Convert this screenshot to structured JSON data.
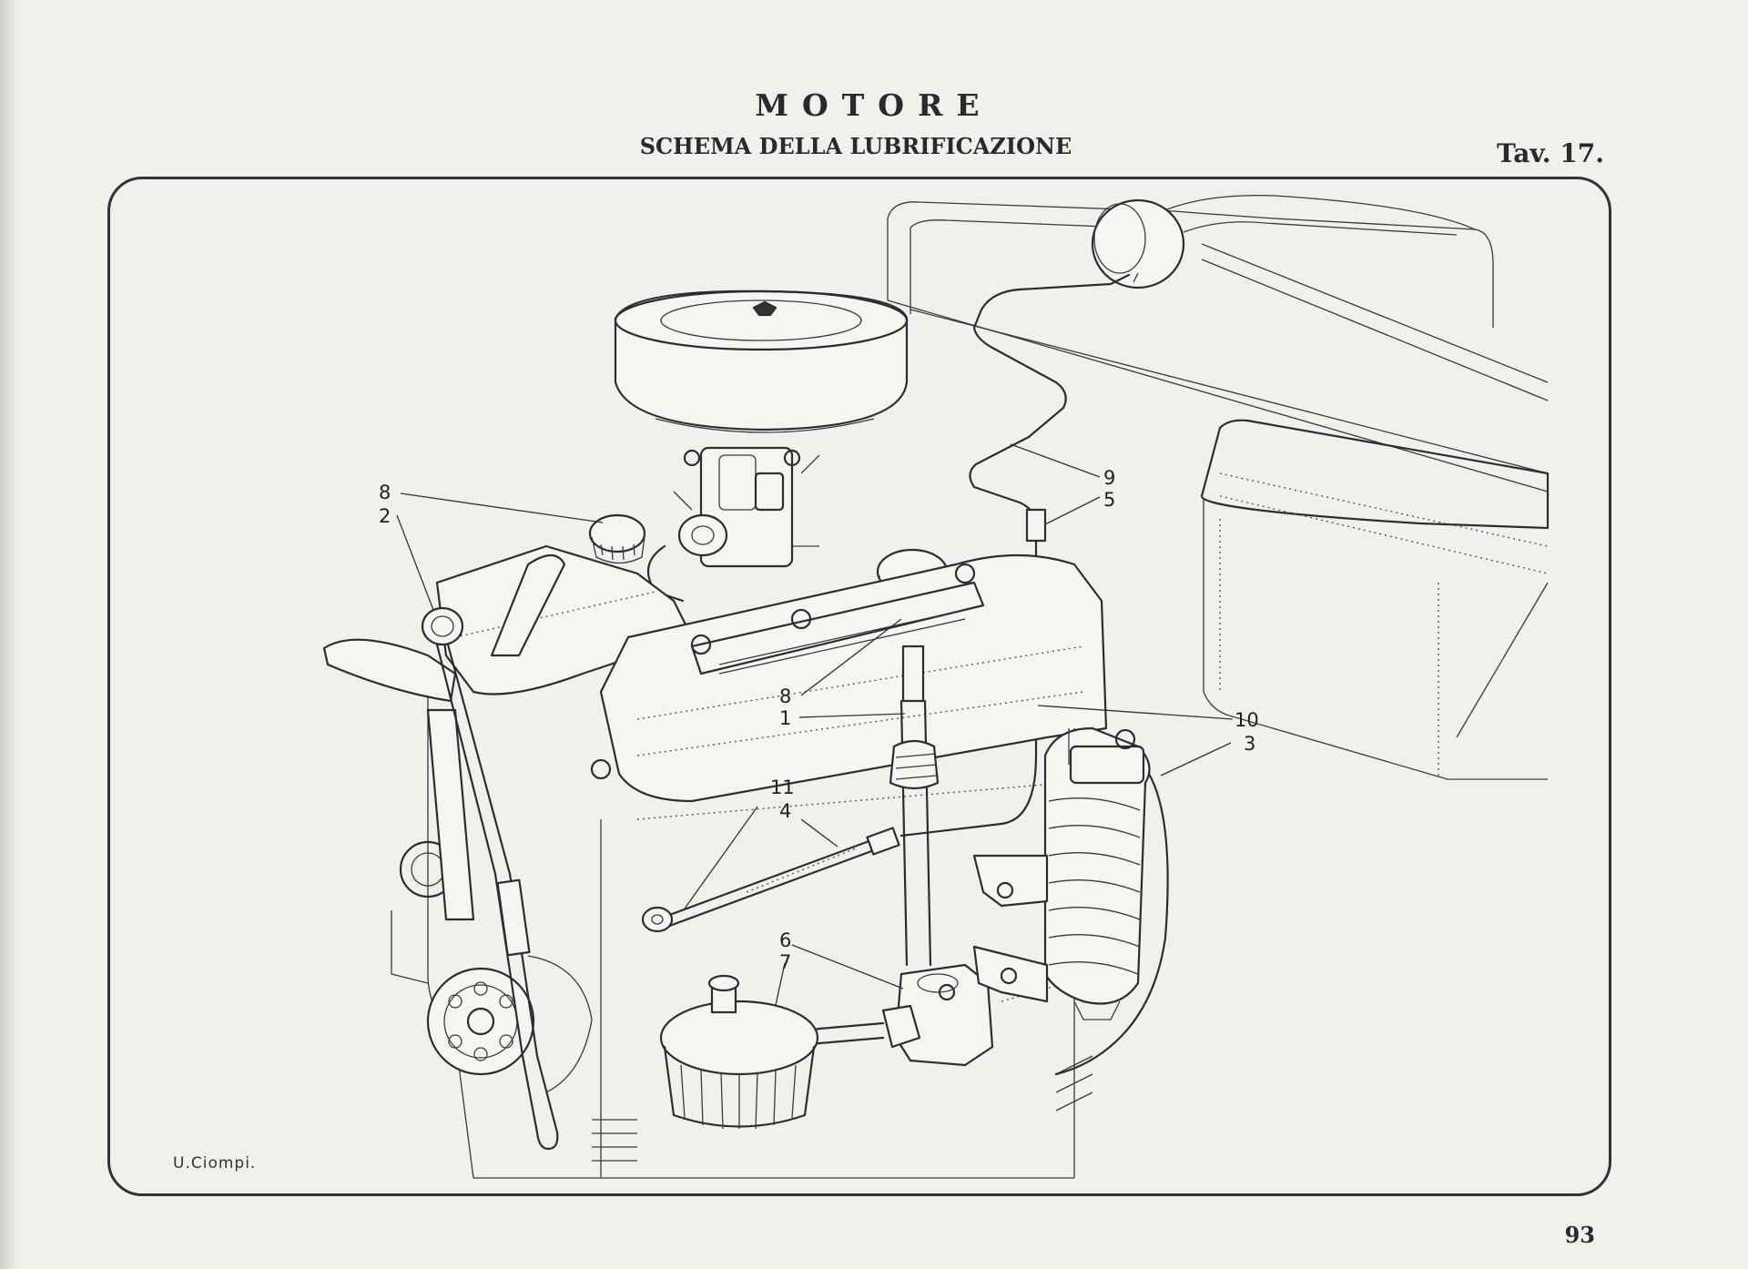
{
  "header": {
    "title": "MOTORE",
    "subtitle": "SCHEMA DELLA LUBRIFICAZIONE",
    "plate": "Tav. 17."
  },
  "footer": {
    "page_number": "93",
    "signature": "U.Ciompi."
  },
  "callouts": [
    {
      "id": "c8a",
      "text": "8"
    },
    {
      "id": "c2",
      "text": "2"
    },
    {
      "id": "c9",
      "text": "9"
    },
    {
      "id": "c5",
      "text": "5"
    },
    {
      "id": "c8b",
      "text": "8"
    },
    {
      "id": "c1",
      "text": "1"
    },
    {
      "id": "c10",
      "text": "10"
    },
    {
      "id": "c3",
      "text": "3"
    },
    {
      "id": "c11",
      "text": "11"
    },
    {
      "id": "c4",
      "text": "4"
    },
    {
      "id": "c6",
      "text": "6"
    },
    {
      "id": "c7",
      "text": "7"
    }
  ]
}
